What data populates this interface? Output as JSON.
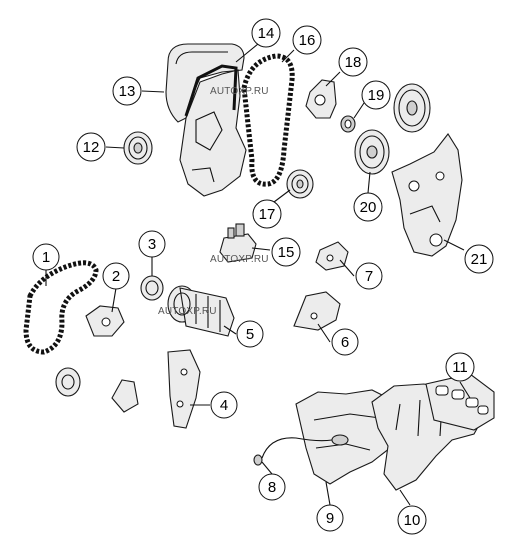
{
  "watermarks": [
    "AUTOXP.RU",
    "AUTOXP.RU",
    "AUTOXP.RU"
  ],
  "callouts": [
    {
      "id": "c1",
      "label": "1"
    },
    {
      "id": "c2",
      "label": "2"
    },
    {
      "id": "c3",
      "label": "3"
    },
    {
      "id": "c4",
      "label": "4"
    },
    {
      "id": "c5",
      "label": "5"
    },
    {
      "id": "c6",
      "label": "6"
    },
    {
      "id": "c7",
      "label": "7"
    },
    {
      "id": "c8",
      "label": "8"
    },
    {
      "id": "c9",
      "label": "9"
    },
    {
      "id": "c10",
      "label": "10"
    },
    {
      "id": "c11",
      "label": "11"
    },
    {
      "id": "c12",
      "label": "12"
    },
    {
      "id": "c13",
      "label": "13"
    },
    {
      "id": "c14",
      "label": "14"
    },
    {
      "id": "c15",
      "label": "15"
    },
    {
      "id": "c16",
      "label": "16"
    },
    {
      "id": "c17",
      "label": "17"
    },
    {
      "id": "c18",
      "label": "18"
    },
    {
      "id": "c19",
      "label": "19"
    },
    {
      "id": "c20",
      "label": "20"
    },
    {
      "id": "c21",
      "label": "21"
    }
  ]
}
